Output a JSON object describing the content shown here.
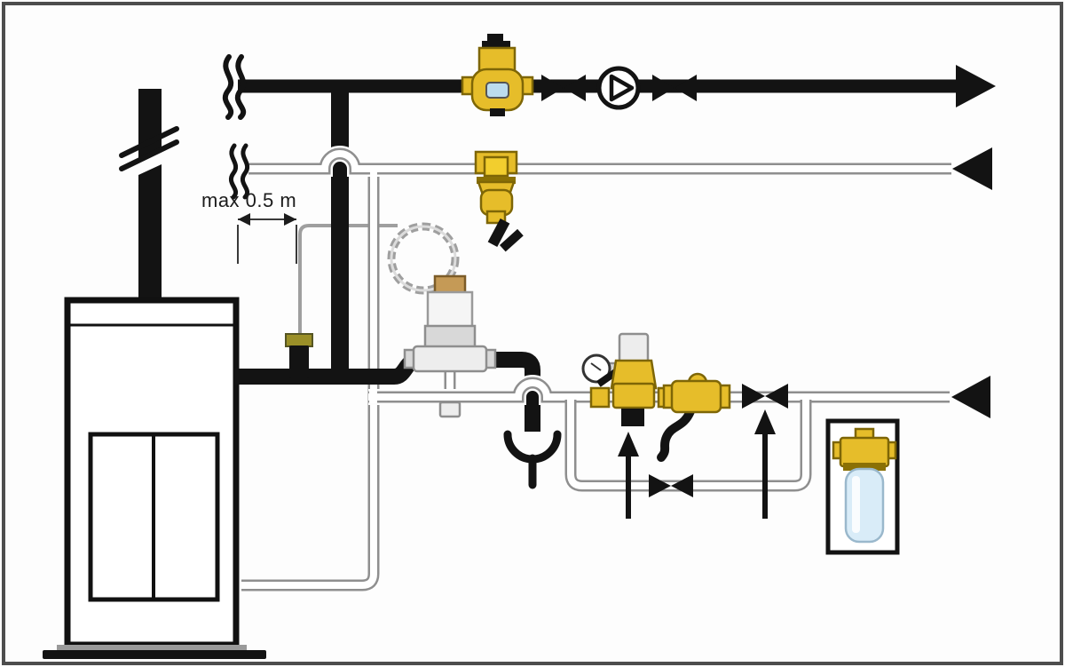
{
  "diagram": {
    "description": "boiler-installation-hydraulic-schematic",
    "dimension_label": "max 0.5 m",
    "colors": {
      "background": "#fdfdfd",
      "frame_border": "#4d4d4d",
      "pipe_black": "#131313",
      "pipe_gray_outline": "#8f8f8f",
      "pipe_fill": "#ffffff",
      "brass": "#e6bd2a",
      "brass_dark": "#7e6606",
      "sight_glass_blue": "#bcdcee",
      "dirt_window_yellow": "#f2ce2e",
      "filter_bowl_blue": "#d9ecf8",
      "metal_gray": "#ededed"
    },
    "components": [
      "boiler",
      "flue-pipe",
      "flue-break-mark",
      "boiler-plinth",
      "supply-line",
      "supply-flow-arrow",
      "supply-break-squiggle",
      "return-line",
      "return-flow-arrow",
      "return-break-squiggle",
      "air-separator",
      "shutoff-valve-left",
      "circulator-pump",
      "shutoff-valve-right",
      "dirt-separator",
      "dirt-separator-drain",
      "supply-riser",
      "boiler-supply-pipe",
      "temperature-sensor-pocket",
      "thermal-safety-valve",
      "capillary-coil",
      "discharge-pipe",
      "discharge-tundish",
      "boiler-return-riser",
      "boiler-return-pipe",
      "cold-water-line",
      "cold-water-inlet-arrow",
      "pressure-gauge",
      "pressure-reducing-valve",
      "discharge-funnel",
      "backflow-preventer",
      "backflow-drain-spout",
      "fill-bypass-loop",
      "bypass-valve",
      "cold-line-valve",
      "fill-direction-arrow-1",
      "fill-direction-arrow-2",
      "water-filter-inset-box",
      "water-filter"
    ]
  }
}
